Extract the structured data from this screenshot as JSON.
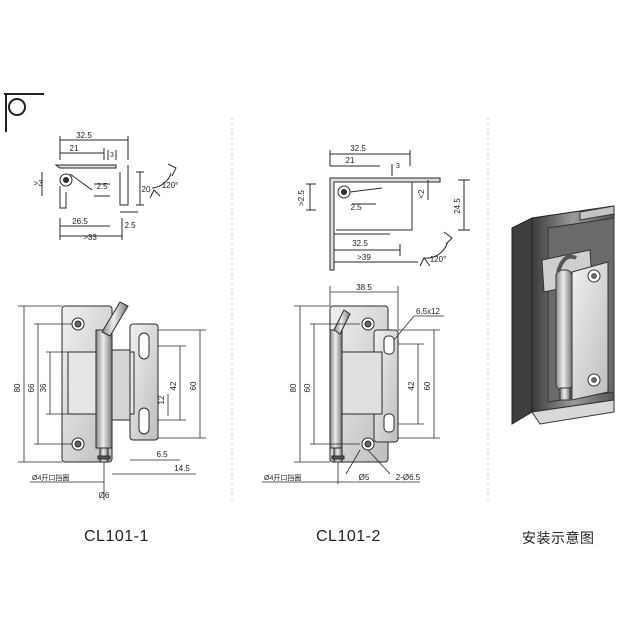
{
  "colors": {
    "line": "#2a2a2a",
    "metal_light": "#e2e2e2",
    "metal_mid": "#b8b8b8",
    "metal_dark": "#7d7d7d",
    "frame_dark": "#4a4a4a"
  },
  "icons": [
    "projection-symbol-icon",
    "rotation-arrow-icon"
  ],
  "panels": [
    {
      "caption": "CL101-1",
      "side_view": {
        "dims": [
          "32.5",
          "21",
          "3",
          "2.5",
          "20",
          ">3",
          "26.5",
          ">33",
          "2.5",
          "120°"
        ]
      },
      "front_view": {
        "dims": [
          "80",
          "66",
          "36",
          "42",
          "60",
          "12",
          "6.5",
          "14.5"
        ],
        "notes": [
          "Ø4开口挡圈",
          "Ø6"
        ]
      }
    },
    {
      "caption": "CL101-2",
      "side_view": {
        "dims": [
          "32.5",
          "21",
          "3",
          ">2.5",
          "2.5",
          "<2",
          "24.5",
          "32.5",
          ">39",
          "120°"
        ]
      },
      "front_view": {
        "dims": [
          "38.5",
          "6.5x12",
          "80",
          "60",
          "42",
          "60"
        ],
        "notes": [
          "Ø4开口挡圈",
          "Ø5",
          "2-Ø6.5"
        ]
      }
    },
    {
      "caption": "安装示意图"
    }
  ]
}
